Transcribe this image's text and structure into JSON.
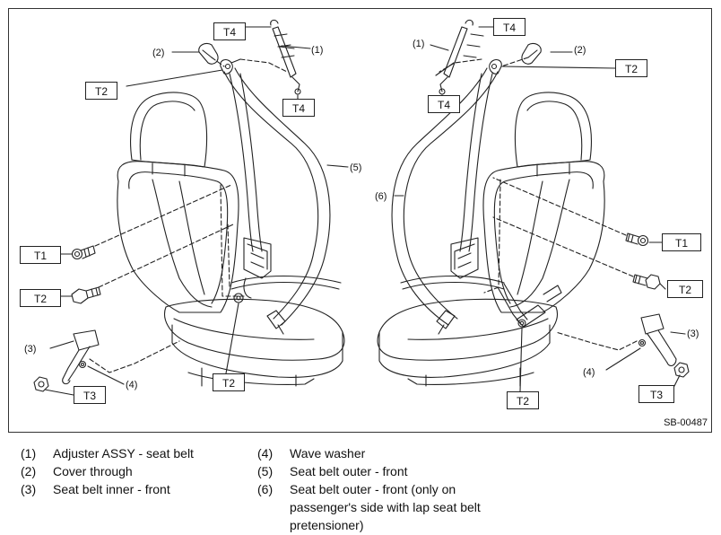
{
  "figure": {
    "figure_id": "SB-00487",
    "callouts": {
      "t4_left_top": "T4",
      "t4_left_bottom": "T4",
      "t2_left_anchor": "T2",
      "t1_left": "T1",
      "t2_left_bolt": "T2",
      "t3_left": "T3",
      "t2_left_floor": "T2",
      "t4_right_top": "T4",
      "t4_right_bottom": "T4",
      "t2_right_anchor": "T2",
      "t1_right": "T1",
      "t2_right_bolt": "T2",
      "t3_right": "T3",
      "t2_right_floor": "T2"
    },
    "numbers": {
      "n1_left": "(1)",
      "n2_left": "(2)",
      "n3_left": "(3)",
      "n4_left": "(4)",
      "n5_left": "(5)",
      "n1_right": "(1)",
      "n2_right": "(2)",
      "n3_right": "(3)",
      "n4_right": "(4)",
      "n6_right": "(6)"
    }
  },
  "legend": {
    "left": [
      {
        "key": "(1)",
        "text": "Adjuster ASSY - seat belt"
      },
      {
        "key": "(2)",
        "text": "Cover through"
      },
      {
        "key": "(3)",
        "text": "Seat belt inner - front"
      }
    ],
    "right": [
      {
        "key": "(4)",
        "text": "Wave washer"
      },
      {
        "key": "(5)",
        "text": "Seat belt outer - front"
      },
      {
        "key": "(6)",
        "text": "Seat belt outer - front (only on passenger's side with lap seat belt pretensioner)"
      }
    ]
  }
}
